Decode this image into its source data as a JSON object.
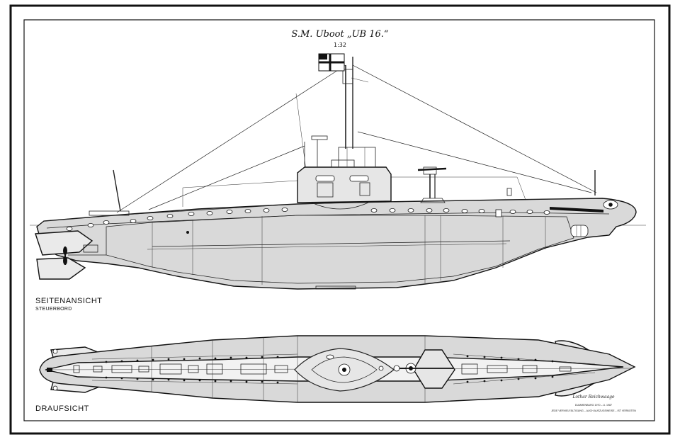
{
  "drawing": {
    "title": "S.M. Uboot „UB 16.“",
    "scale": "1:32",
    "side_view": {
      "label": "SEITENANSICHT",
      "sublabel": "STEUERBORD"
    },
    "top_view": {
      "label": "DRAUFSICHT"
    },
    "credits": {
      "signature": "Lothar Reichwaage",
      "line1": "DUMMENBURG 1970 – U. 1987",
      "line2": "JEDE VERVIELFÄLTIGUNG – AUCH AUSZUGSWEISE – IST VERBOTEN"
    }
  },
  "colors": {
    "hull_fill": "#d9d9d9",
    "ink": "#111111",
    "paper": "#ffffff"
  }
}
